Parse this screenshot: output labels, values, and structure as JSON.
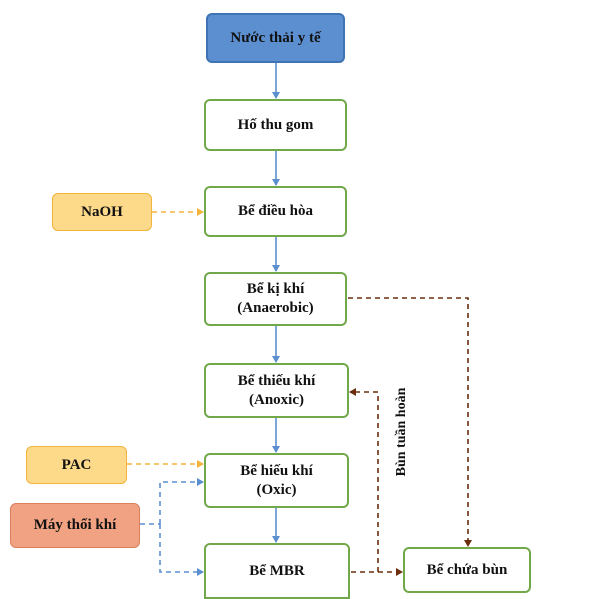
{
  "nodes": {
    "source": "Nước thải y tế",
    "collection_tank": "Hố thu gom",
    "equalization_tank": "Bể điều hòa",
    "anaerobic_tank": "Bể kị khí\n(Anaerobic)",
    "anoxic_tank": "Bể thiếu khí\n(Anoxic)",
    "aerobic_tank": "Bể hiếu khí\n(Oxic)",
    "mbr_tank": "Bể MBR",
    "sludge_tank": "Bể chứa bùn",
    "naoh": "NaOH",
    "pac": "PAC",
    "blower": "Máy thổi khí"
  },
  "labels": {
    "sludge_recirculation": "Bùn tuần hoàn"
  },
  "colors": {
    "main_flow": "#5b8fcf",
    "chemical_flow": "#f2b43a",
    "sludge_flow": "#6b2e0e",
    "air_flow": "#5b8fcf",
    "process_border": "#71a84a"
  }
}
